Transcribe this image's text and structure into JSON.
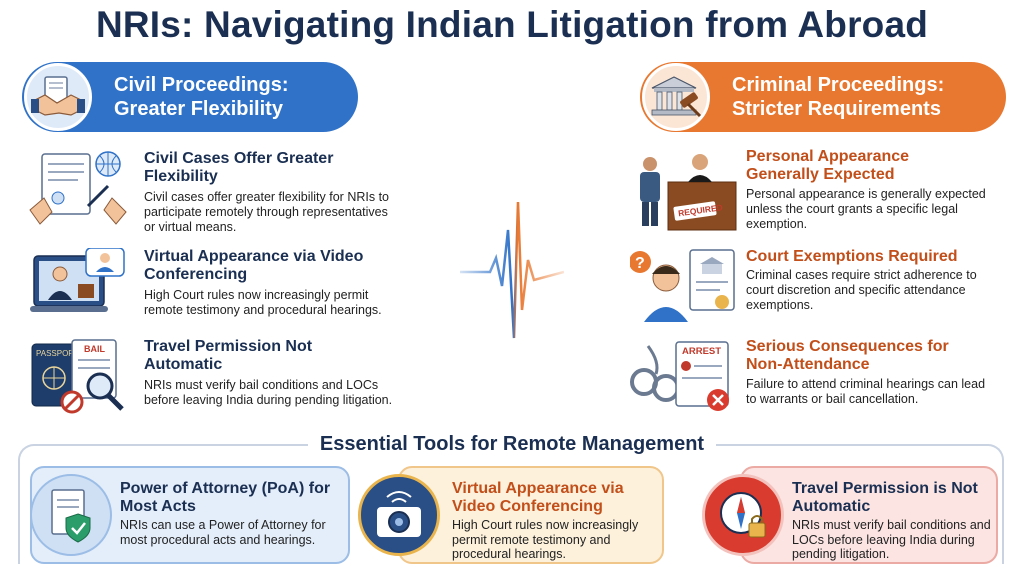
{
  "title": "NRIs: Navigating Indian Litigation from Abroad",
  "colors": {
    "civil": "#2f72c8",
    "criminal": "#e8772f",
    "navy": "#1a2f52",
    "criminal_text": "#c24f1a"
  },
  "civil": {
    "heading_line1": "Civil Proceedings:",
    "heading_line2": "Greater Flexibility",
    "icon": "handshake-icon",
    "items": [
      {
        "icon": "document-signing-icon",
        "heading": "Civil Cases Offer Greater Flexibility",
        "text": "Civil cases offer greater flexibility for NRIs to participate remotely through representatives or virtual means."
      },
      {
        "icon": "video-call-icon",
        "heading": "Virtual Appearance via Video Conferencing",
        "text": "High Court rules now increasingly permit remote testimony and procedural hearings."
      },
      {
        "icon": "passport-bail-icon",
        "heading": "Travel Permission Not Automatic",
        "text": "NRIs must verify bail conditions and LOCs before leaving India during pending litigation.",
        "passport_label": "PASSPORT",
        "bail_label": "BAIL"
      }
    ]
  },
  "criminal": {
    "heading_line1": "Criminal Proceedings:",
    "heading_line2": "Stricter Requirements",
    "icon": "courthouse-gavel-icon",
    "items": [
      {
        "icon": "courtroom-judge-icon",
        "heading": "Personal Appearance Generally Expected",
        "text": "Personal appearance is generally expected unless the court grants a specific legal exemption.",
        "stamp_label": "REQUIRED"
      },
      {
        "icon": "question-person-icon",
        "heading": "Court Exemptions Required",
        "text": "Criminal cases require strict adherence to court discretion and specific attendance exemptions."
      },
      {
        "icon": "handcuffs-arrest-icon",
        "heading": "Serious Consequences for Non-Attendance",
        "text": "Failure to attend criminal hearings can lead to warrants or bail cancellation.",
        "arrest_label": "ARREST"
      }
    ]
  },
  "tools": {
    "title": "Essential Tools for Remote Management",
    "cards": [
      {
        "icon": "poa-shield-icon",
        "heading": "Power of Attorney (PoA) for Most Acts",
        "text": "NRIs can use a Power of Attorney for most procedural acts and hearings."
      },
      {
        "icon": "camera-icon",
        "heading": "Virtual Appearance via Video Conferencing",
        "text": "High Court rules now increasingly permit remote testimony and procedural hearings."
      },
      {
        "icon": "compass-lock-icon",
        "heading": "Travel Permission is Not Automatic",
        "text": "NRIs must verify bail conditions and LOCs before leaving India during pending litigation."
      }
    ]
  }
}
